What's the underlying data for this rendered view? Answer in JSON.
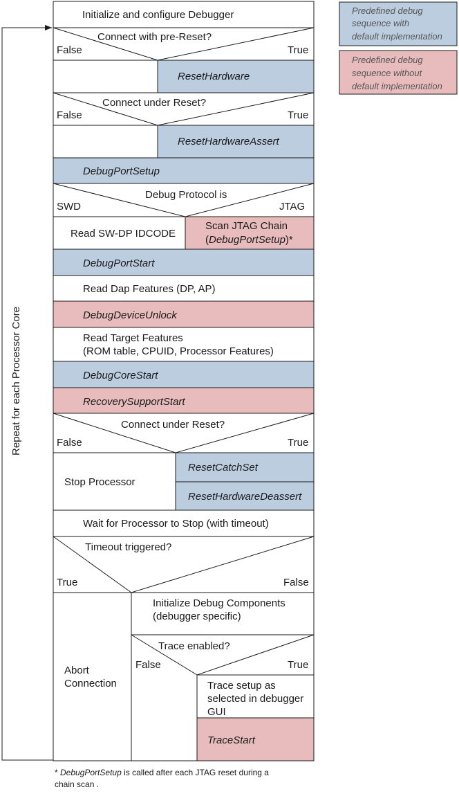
{
  "colors": {
    "predefined_default": "#bccde0",
    "predefined_no_default": "#e8bcbc",
    "line": "#1a1a1a"
  },
  "legend": {
    "blue": [
      "Predefined debug",
      "sequence with",
      "default implementation"
    ],
    "pink": [
      "Predefined debug",
      "sequence without",
      "default implementation"
    ]
  },
  "loop_label": "Repeat for each Processor Core",
  "steps": {
    "init": "Initialize and configure Debugger",
    "d1": {
      "question": "Connect with pre-Reset?",
      "false": "False",
      "true": "True"
    },
    "reset_hw": "ResetHardware",
    "d2": {
      "question": "Connect under Reset?",
      "false": "False",
      "true": "True"
    },
    "reset_hw_assert": "ResetHardwareAssert",
    "debug_port_setup": "DebugPortSetup",
    "d3": {
      "question": "Debug Protocol is",
      "left": "SWD",
      "right": "JTAG"
    },
    "read_swdp": "Read SW-DP IDCODE",
    "scan_jtag_1": "Scan JTAG Chain",
    "scan_jtag_2_open": "(",
    "scan_jtag_2_italic": "DebugPortSetup",
    "scan_jtag_2_close": ")*",
    "debug_port_start": "DebugPortStart",
    "read_dap": "Read Dap Features (DP, AP)",
    "debug_device_unlock": "DebugDeviceUnlock",
    "read_target_1": "Read Target Features",
    "read_target_2": "(ROM table, CPUID, Processor Features)",
    "debug_core_start": "DebugCoreStart",
    "recovery_support_start": "RecoverySupportStart",
    "d4": {
      "question": "Connect under Reset?",
      "false": "False",
      "true": "True"
    },
    "stop_processor": "Stop Processor",
    "reset_catch_set": "ResetCatchSet",
    "reset_hw_deassert": "ResetHardwareDeassert",
    "wait_stop": "Wait for Processor to Stop (with timeout)",
    "d5": {
      "question": "Timeout triggered?",
      "true": "True",
      "false": "False"
    },
    "abort_1": "Abort",
    "abort_2": "Connection",
    "init_debug_1": "Initialize Debug Components",
    "init_debug_2": "(debugger specific)",
    "d6": {
      "question": "Trace enabled?",
      "false": "False",
      "true": "True"
    },
    "trace_setup_1": "Trace setup as",
    "trace_setup_2": "selected in debugger",
    "trace_setup_3": "GUI",
    "trace_start": "TraceStart"
  },
  "footnote": {
    "star": "* ",
    "italic": "DebugPortSetup",
    "rest": " is called after each JTAG reset during a",
    "line2": "chain scan ."
  }
}
